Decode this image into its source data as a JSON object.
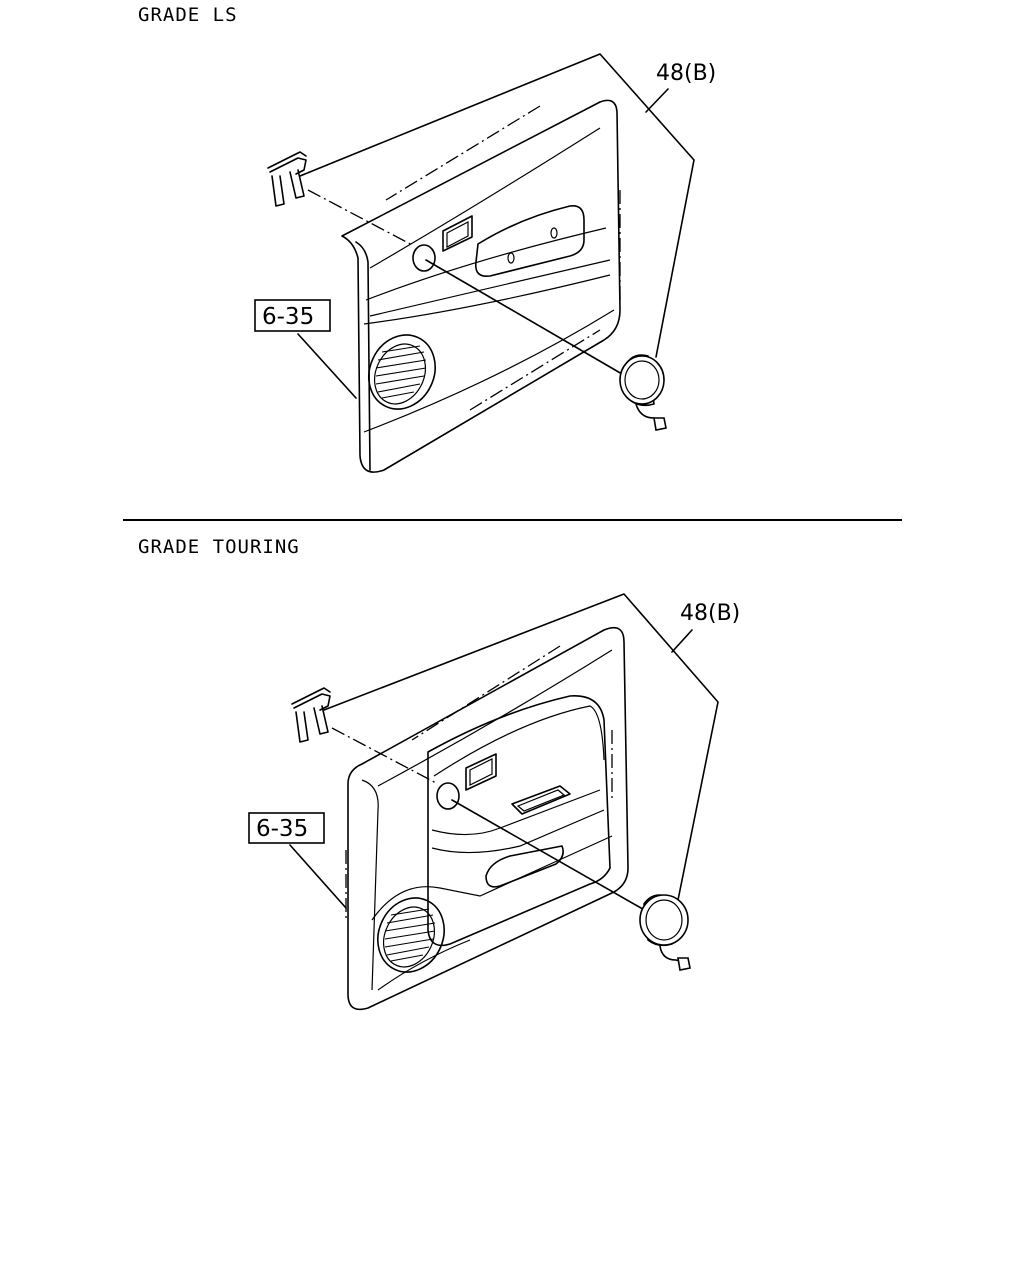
{
  "sections": [
    {
      "title": "GRADE LS",
      "speaker_ref": "48(B)",
      "panel_ref": "6-35"
    },
    {
      "title": "GRADE TOURING",
      "speaker_ref": "48(B)",
      "panel_ref": "6-35"
    }
  ],
  "divider": true,
  "colors": {
    "ink": "#000000",
    "paper": "#ffffff"
  },
  "icons": [
    "clip-icon",
    "speaker-icon",
    "connector-icon",
    "door-trim-panel-icon",
    "speaker-grille-icon"
  ]
}
